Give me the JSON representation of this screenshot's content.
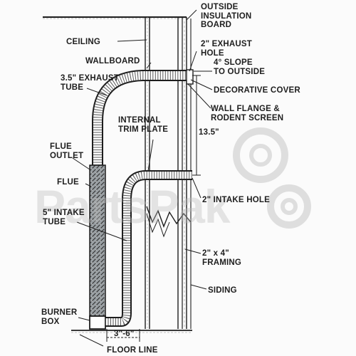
{
  "diagram": {
    "labels": {
      "outside_insulation_board": "OUTSIDE\nINSULATION\nBOARD",
      "ceiling": "CEILING",
      "exhaust_hole": "2\" EXHAUST\nHOLE",
      "slope": "4° SLOPE\nTO OUTSIDE",
      "wallboard": "WALLBOARD",
      "exhaust_tube": "3.5\" EXHAUST\nTUBE",
      "decorative_cover": "DECORATIVE COVER",
      "wall_flange": "WALL FLANGE &\nRODENT SCREEN",
      "internal_trim_plate": "INTERNAL\nTRIM PLATE",
      "dim_13_5": "13.5\"",
      "flue_outlet": "FLUE\nOUTLET",
      "flue": "FLUE",
      "intake_tube": "5\" INTAKE\nTUBE",
      "intake_hole": "2\" INTAKE HOLE",
      "framing": "2\" x 4\"\nFRAMING",
      "siding": "SIDING",
      "burner_box": "BURNER\nBOX",
      "dim_3_6": "3\"-6\"",
      "floor_line": "FLOOR LINE"
    },
    "watermark": "PartsPak"
  },
  "colors": {
    "ink": "#1e1e1e",
    "paper": "#fbfbfb"
  }
}
